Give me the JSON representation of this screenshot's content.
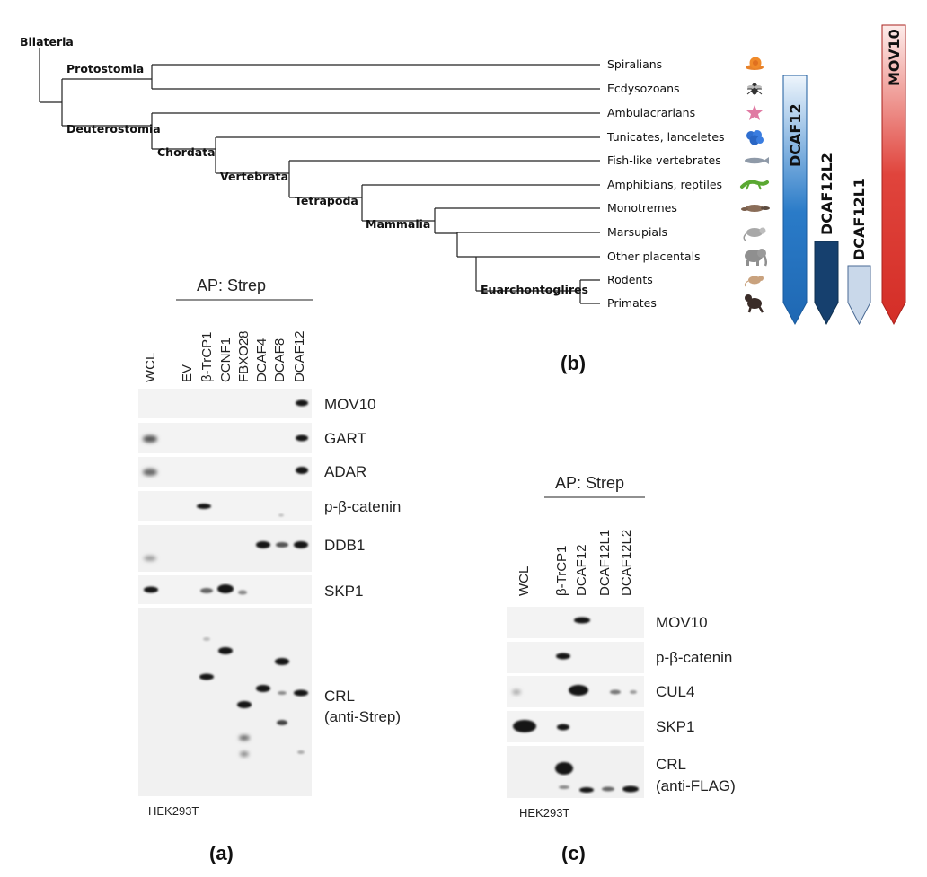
{
  "tree": {
    "root": "Bilateria",
    "nodes": [
      "Protostomia",
      "Deuterostomia",
      "Chordata",
      "Vertebrata",
      "Tetrapoda",
      "Mammalia",
      "Euarchontoglires"
    ],
    "leaves": [
      "Spiralians",
      "Ecdysozoans",
      "Ambulacrarians",
      "Tunicates, lanceletes",
      "Fish-like vertebrates",
      "Amphibians, reptiles",
      "Monotremes",
      "Marsupials",
      "Other placentals",
      "Rodents",
      "Primates"
    ],
    "icons": [
      "snail-icon",
      "fly-icon",
      "starfish-icon",
      "tunicate-icon",
      "fish-icon",
      "lizard-icon",
      "platypus-icon",
      "opossum-icon",
      "elephant-icon",
      "mouse-icon",
      "chimpanzee-icon"
    ]
  },
  "bars": [
    {
      "label": "DCAF12",
      "color": "#2a7bc8"
    },
    {
      "label": "DCAF12L2",
      "color": "#16406e"
    },
    {
      "label": "DCAF12L1",
      "color": "#c9d8ea"
    },
    {
      "label": "MOV10",
      "color": "#d9342e"
    }
  ],
  "panel_a": {
    "ap_label": "AP: Strep",
    "lanes": [
      "WCL",
      "EV",
      "β-TrCP1",
      "CCNF1",
      "FBXO28",
      "DCAF4",
      "DCAF8",
      "DCAF12"
    ],
    "bands": [
      "MOV10",
      "GART",
      "ADAR",
      "p-β-catenin",
      "DDB1",
      "SKP1"
    ],
    "crl_label": "CRL",
    "crl_sub": "(anti-Strep)",
    "cell_line": "HEK293T",
    "letter": "(a)"
  },
  "panel_b_letter": "(b)",
  "panel_c": {
    "ap_label": "AP: Strep",
    "lanes": [
      "WCL",
      "β-TrCP1",
      "DCAF12",
      "DCAF12L1",
      "DCAF12L2"
    ],
    "bands": [
      "MOV10",
      "p-β-catenin",
      "CUL4",
      "SKP1"
    ],
    "crl_label": "CRL",
    "crl_sub": "(anti-FLAG)",
    "cell_line": "HEK293T",
    "letter": "(c)"
  }
}
